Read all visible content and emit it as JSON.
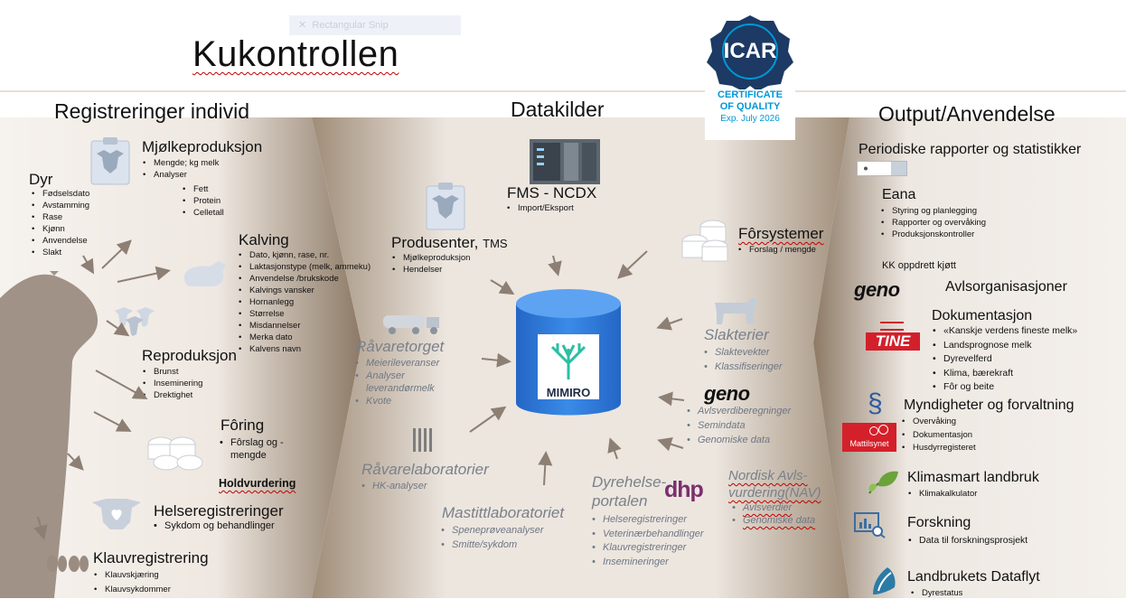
{
  "title": "Kukontrollen",
  "snip_label": "Rectangular Snip",
  "badge": {
    "top": "ICAR",
    "line1": "CERTIFICATE",
    "line2": "OF QUALITY",
    "line3": "Exp. July 2026"
  },
  "columns": {
    "left": "Registreringer individ",
    "middle": "Datakilder",
    "right": "Output/Anvendelse"
  },
  "left": {
    "dyr": {
      "title": "Dyr",
      "items": [
        "Fødselsdato",
        "Avstamming",
        "Rase",
        "Kjønn",
        "Anvendelse",
        "Slakt"
      ]
    },
    "mjolk": {
      "title": "Mjølkeproduksjon",
      "items": [
        "Mengde; kg melk",
        "Analyser"
      ],
      "sub": [
        "Fett",
        "Protein",
        "Celletall"
      ]
    },
    "kalving": {
      "title": "Kalving",
      "items": [
        "Dato, kjønn, rase, nr.",
        "Laktasjonstype (melk, ammeku)",
        "Anvendelse /brukskode",
        "Kalvings vansker",
        "Hornanlegg",
        "Størrelse",
        "Misdannelser",
        "Merka dato",
        "Kalvens navn"
      ]
    },
    "repro": {
      "title": "Reproduksjon",
      "items": [
        "Brunst",
        "Inseminering",
        "Drektighet"
      ]
    },
    "foring": {
      "title": "Fôring",
      "items": [
        "Fôrslag og -mengde"
      ]
    },
    "hold": {
      "title": "Holdvurdering"
    },
    "helse": {
      "title": "Helseregistreringer",
      "items": [
        "Sykdom og behandlinger"
      ]
    },
    "klauv": {
      "title": "Klauvregistrering",
      "items": [
        "Klauvskjæring",
        "Klauvsykdommer"
      ]
    }
  },
  "middle": {
    "fms": {
      "title": "FMS - NCDX",
      "items": [
        "Import/Eksport"
      ]
    },
    "produsent": {
      "title": "Produsenter,",
      "title_small": "TMS",
      "items": [
        "Mjølkeproduksjon",
        "Hendelser"
      ]
    },
    "forsys": {
      "title": "Fôrsystemer",
      "items": [
        "Forslag / mengde"
      ]
    },
    "mimiro": "MIMIRO",
    "ravaretorget": {
      "title": "Råvaretorget",
      "items": [
        "Meierileveranser",
        "Analyser leverandørmelk",
        "Kvote"
      ]
    },
    "slakterier": {
      "title": "Slakterier",
      "items": [
        "Slaktevekter",
        "Klassifiseringer"
      ]
    },
    "geno": {
      "logo": "geno",
      "items": [
        "Avlsverdiberegninger",
        "Semindata",
        "Genomiske data"
      ]
    },
    "ravarelab": {
      "title": "Råvarelaboratorier",
      "items": [
        "HK-analyser"
      ]
    },
    "mastitt": {
      "title": "Mastittlaboratoriet",
      "items": [
        "Speneprøveanalyser",
        "Smitte/sykdom"
      ]
    },
    "dyrehelse": {
      "title1": "Dyrehelse-",
      "title2": "portalen",
      "logo": "dhp",
      "items": [
        "Helseregistreringer",
        "Veterinærbehandlinger",
        "Klauvregistreringer",
        "Insemineringer"
      ]
    },
    "nav": {
      "title1": "Nordisk Avls-",
      "title2": "vurdering(NAV)",
      "items": [
        "Avlsverdier",
        "Genomiske data"
      ]
    }
  },
  "right": {
    "periodiske": "Periodiske rapporter og statistikker",
    "eana": {
      "title": "Eana",
      "items": [
        "Styring og planlegging",
        "Rapporter og overvåking",
        "Produksjonskontroller"
      ]
    },
    "kk": "KK oppdrett kjøtt",
    "avls": {
      "logo": "geno",
      "title": "Avlsorganisasjoner"
    },
    "dok": {
      "logo": "TINE",
      "title": "Dokumentasjon",
      "items": [
        "«Kanskje verdens fineste melk»",
        "Landsprognose melk",
        "Dyrevelferd",
        "Klima, bærekraft",
        "Fôr og beite"
      ]
    },
    "myndighet": {
      "title": "Myndigheter og forvaltning",
      "logo": "Mattilsynet",
      "items": [
        "Overvåking",
        "Dokumentasjon",
        "Husdyrregisteret"
      ]
    },
    "klima": {
      "title": "Klimasmart landbruk",
      "items": [
        "Klimakalkulator"
      ]
    },
    "forskning": {
      "title": "Forskning",
      "items": [
        "Data til forskningsprosjekt"
      ]
    },
    "dataflyt": {
      "title": "Landbrukets Dataflyt",
      "items": [
        "Dyrestatus"
      ]
    }
  },
  "colors": {
    "band": "#8d7a66",
    "band_light": "#f4f1ee",
    "mimiro_blue": "#2c77d9",
    "geno_red": "#c8102e",
    "tine_red": "#d2202b",
    "icar_navy": "#1c3a63",
    "icar_blue": "#0097d6"
  }
}
